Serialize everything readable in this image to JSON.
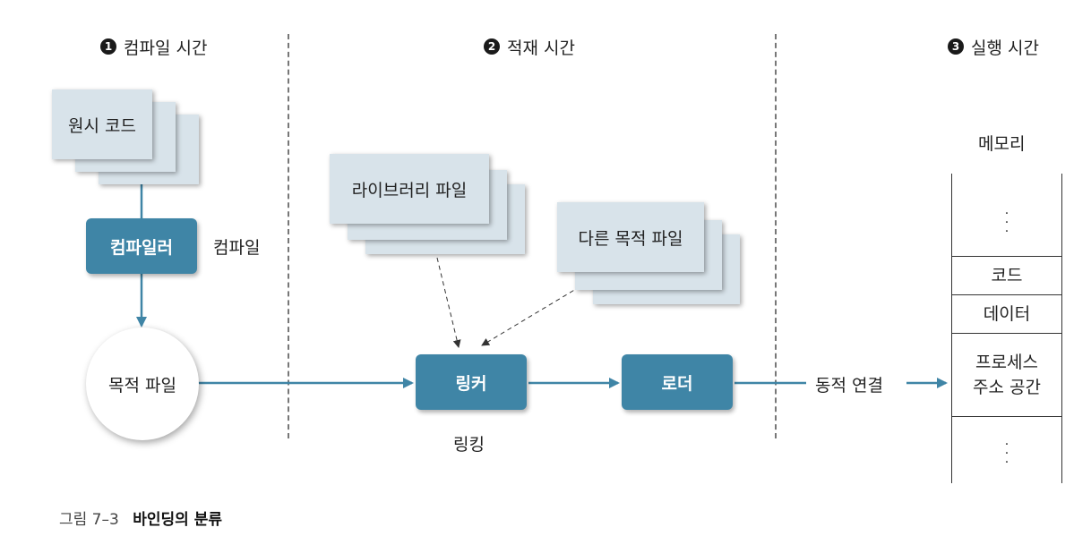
{
  "phases": {
    "compile": {
      "num": "1",
      "label": "컴파일 시간"
    },
    "load": {
      "num": "2",
      "label": "적재 시간"
    },
    "run": {
      "num": "3",
      "label": "실행 시간"
    }
  },
  "nodes": {
    "source_code": "원시 코드",
    "compiler": "컴파일러",
    "compile_label": "컴파일",
    "object_file": "목적 파일",
    "library_file": "라이브러리 파일",
    "other_object_file": "다른 목적 파일",
    "linker": "링커",
    "linking_label": "링킹",
    "loader": "로더",
    "dynamic_linking": "동적 연결"
  },
  "memory": {
    "title": "메모리",
    "cells": {
      "code": "코드",
      "data": "데이터",
      "process_line1": "프로세스",
      "process_line2": "주소 공간"
    }
  },
  "caption": {
    "figure": "그림 7–3",
    "title": "바인딩의 분류"
  },
  "colors": {
    "accent": "#3f85a6",
    "sheet": "#d8e3ea"
  }
}
